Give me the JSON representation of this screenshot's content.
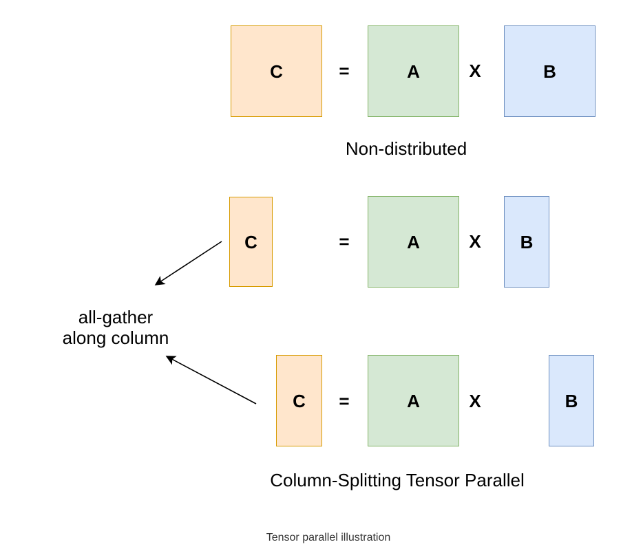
{
  "colors": {
    "orange_fill": "#FFE6CC",
    "orange_stroke": "#D79B00",
    "green_fill": "#D5E8D4",
    "green_stroke": "#82B366",
    "blue_fill": "#DAE8FC",
    "blue_stroke": "#6C8EBF",
    "arrow": "#000000",
    "caption_text": "#333333"
  },
  "sections": [
    {
      "name": "non-distributed",
      "c": "C",
      "equals": "=",
      "a": "A",
      "times": "X",
      "b": "B",
      "label": "Non-distributed"
    },
    {
      "name": "column-split-shard-0",
      "c": "C",
      "equals": "=",
      "a": "A",
      "times": "X",
      "b": "B"
    },
    {
      "name": "column-split-shard-1",
      "c": "C",
      "equals": "=",
      "a": "A",
      "times": "X",
      "b": "B",
      "label": "Column-Splitting Tensor Parallel"
    }
  ],
  "annotation": {
    "line1": "all-gather",
    "line2": "along column"
  },
  "caption": "Tensor parallel illustration"
}
